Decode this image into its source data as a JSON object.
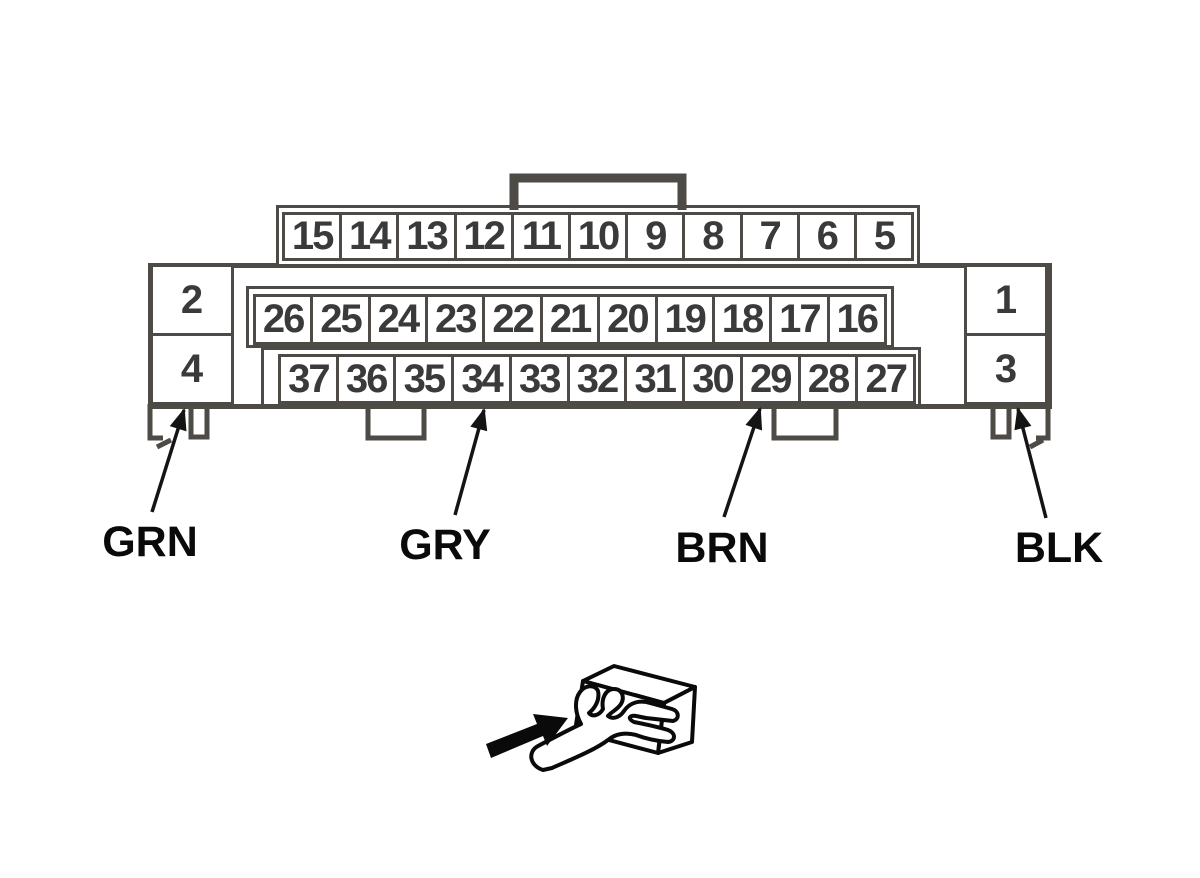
{
  "connector_diagram": {
    "pin_rows": {
      "top": [
        "15",
        "14",
        "13",
        "12",
        "11",
        "10",
        "9",
        "8",
        "7",
        "6",
        "5"
      ],
      "middle": [
        "26",
        "25",
        "24",
        "23",
        "22",
        "21",
        "20",
        "19",
        "18",
        "17",
        "16"
      ],
      "bottom": [
        "37",
        "36",
        "35",
        "34",
        "33",
        "32",
        "31",
        "30",
        "29",
        "28",
        "27"
      ],
      "left": [
        "2",
        "4"
      ],
      "right": [
        "1",
        "3"
      ]
    },
    "wire_labels": [
      {
        "id": "grn",
        "text": "GRN"
      },
      {
        "id": "gry",
        "text": "GRY"
      },
      {
        "id": "brn",
        "text": "BRN"
      },
      {
        "id": "blk",
        "text": "BLK"
      }
    ],
    "colors": {
      "outline": "#4e4a45",
      "pin_text": "#3a3a3a",
      "label_text": "#0a0a0a"
    },
    "icons": [
      "hand-gripping-connector-icon",
      "direction-arrow-icon"
    ]
  }
}
